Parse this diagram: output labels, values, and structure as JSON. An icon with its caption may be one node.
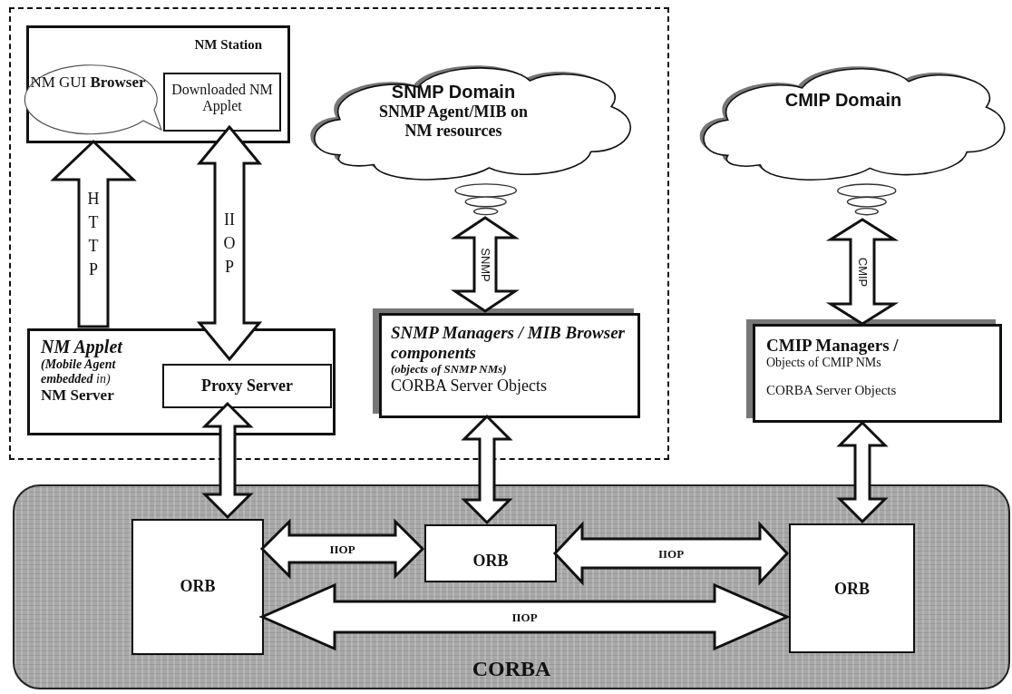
{
  "diagram": {
    "nodes": [
      {
        "text": [],
        "shape": "box"
      },
      {
        "text": [
          "NM Station"
        ],
        "in": 0
      },
      {
        "text": [
          "NM GUI **Browser**"
        ],
        "in": 1
      },
      {
        "text": [
          "Downloaded NM Applet"
        ],
        "in": 1
      },
      {
        "text": [
          "NM Applet",
          "**(Mobile Agent embedded** in)",
          "NM Server"
        ],
        "in": 0
      },
      {
        "text": [
          "Proxy Server"
        ],
        "in": 4
      },
      {
        "text": [
          "SNMP Domain",
          "SNMP Agent/MIB on NM resources"
        ],
        "in": 0
      },
      {
        "text": [
          "SNMP Managers / MIB Browser components",
          "(objects of SNMP NMs)",
          "CORBA Server Objects"
        ],
        "in": 0
      },
      {
        "text": [
          "CMIP Domain"
        ]
      },
      {
        "text": [
          "CMIP Managers /",
          "Objects of CMIP NMs",
          "CORBA Server Objects"
        ]
      },
      {
        "text": [
          "CORBA"
        ]
      },
      {
        "text": [
          "ORB"
        ],
        "in": 10
      },
      {
        "text": [
          "ORB"
        ],
        "in": 10
      },
      {
        "text": [
          "ORB"
        ],
        "in": 10
      }
    ],
    "edges": [
      {
        "from": 4,
        "to": 1,
        "arrow": "to",
        "label": "HTTP"
      },
      {
        "from": 3,
        "to": 5,
        "arrow": "both",
        "label": "IIOP"
      },
      {
        "from": 6,
        "to": 7,
        "arrow": "both",
        "label": "SNMP"
      },
      {
        "from": 8,
        "to": 9,
        "arrow": "both",
        "label": "CMIP"
      },
      {
        "from": 5,
        "to": 11,
        "arrow": "both"
      },
      {
        "from": 7,
        "to": 12,
        "arrow": "both"
      },
      {
        "from": 9,
        "to": 13,
        "arrow": "both"
      },
      {
        "from": 11,
        "to": 12,
        "arrow": "both",
        "label": "IIOP"
      },
      {
        "from": 12,
        "to": 13,
        "arrow": "both",
        "label": "IIOP"
      },
      {
        "from": 11,
        "to": 13,
        "arrow": "both",
        "label": "IIOP"
      }
    ]
  }
}
